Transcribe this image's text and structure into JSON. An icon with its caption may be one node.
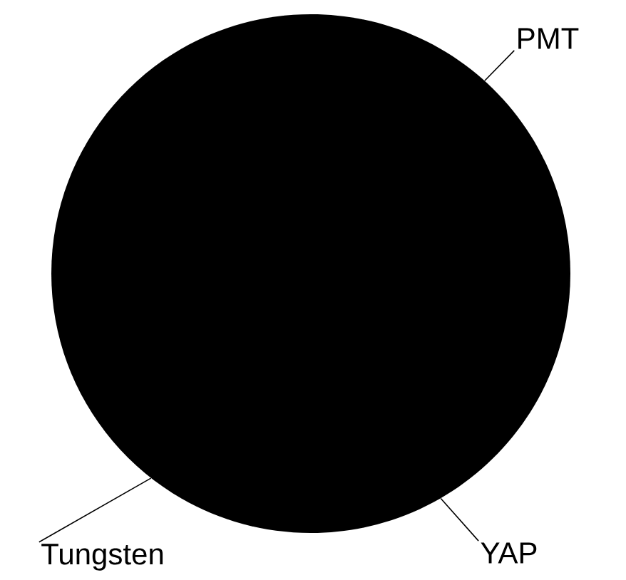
{
  "diagram": {
    "nodes": [
      {
        "text": [],
        "shape": "circle"
      },
      {
        "text": [
          "PMT"
        ]
      },
      {
        "text": [
          "Tungsten"
        ]
      },
      {
        "text": [
          "YAP"
        ]
      }
    ],
    "edges": [
      {
        "from": 1,
        "to": 0,
        "arrow": "none"
      },
      {
        "from": 2,
        "to": 0,
        "arrow": "none"
      },
      {
        "from": 3,
        "to": 0,
        "arrow": "none"
      }
    ]
  }
}
